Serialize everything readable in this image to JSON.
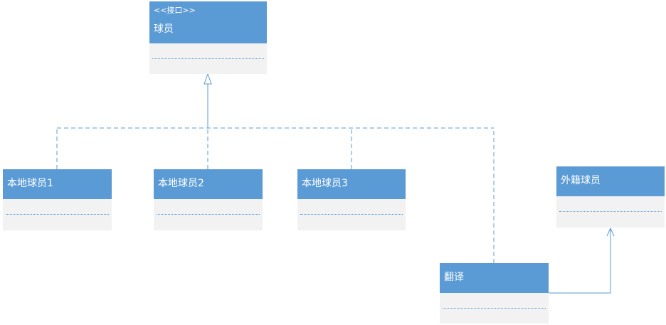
{
  "diagram": {
    "interface": {
      "stereotype": "<<接口>>",
      "name": "球员"
    },
    "classes": [
      {
        "id": "local1",
        "name": "本地球员1"
      },
      {
        "id": "local2",
        "name": "本地球员2"
      },
      {
        "id": "local3",
        "name": "本地球员3"
      },
      {
        "id": "foreign",
        "name": "外籍球员"
      },
      {
        "id": "translator",
        "name": "翻译"
      }
    ],
    "colors": {
      "header": "#5b9bd5",
      "body": "#f2f2f2",
      "line": "#5b9bd5"
    }
  }
}
